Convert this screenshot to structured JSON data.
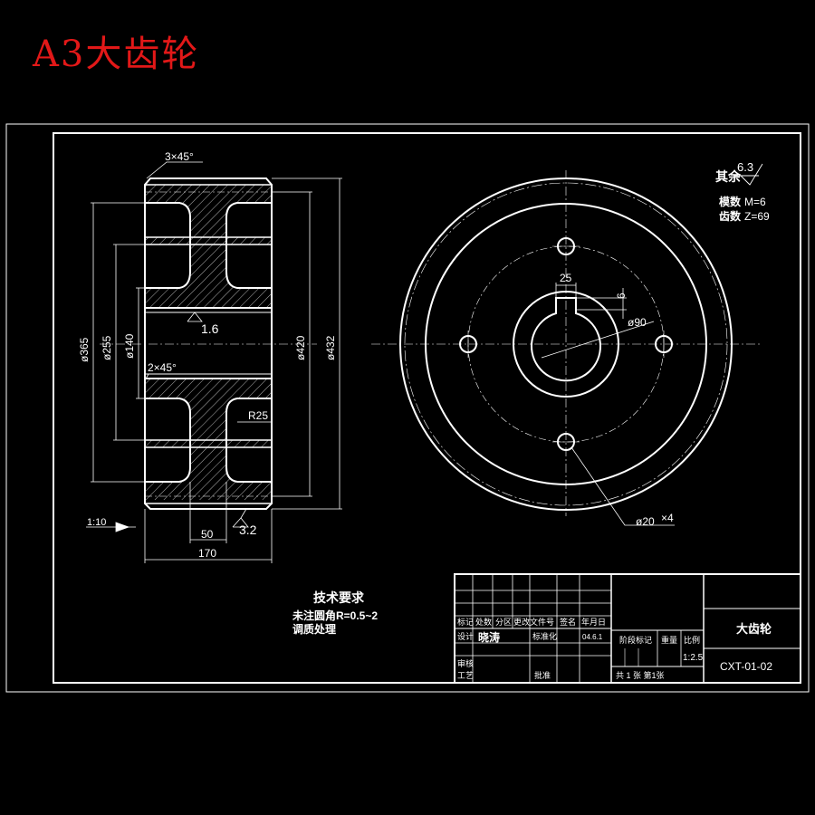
{
  "page_title": "A3大齿轮",
  "section_dims": {
    "chamfer_top": "3×45°",
    "chamfer_mid": "2×45°",
    "d365": "ø365",
    "d255": "ø255",
    "d140": "ø140",
    "d420": "ø420",
    "d432": "ø432",
    "rough_16": "1.6",
    "rough_32": "3.2",
    "radius": "R25",
    "taper": "1:10",
    "width_50": "50",
    "width_170": "170"
  },
  "front_view": {
    "keyway_width": "25",
    "keyway_depth": "6",
    "bore": "ø90",
    "holes": "ø20",
    "holes_count": "×4"
  },
  "notes": {
    "rest_label": "其余",
    "rest_value": "6.3",
    "module_label": "模数",
    "module_value": "M=6",
    "teeth_label": "齿数",
    "teeth_value": "Z=69"
  },
  "tech_req": {
    "heading": "技术要求",
    "line1": "未注圆角R=0.5~2",
    "line2": "调质处理"
  },
  "title_block": {
    "h_mark": "标记",
    "h_count": "处数",
    "h_zone": "分区",
    "h_doc": "更改文件号",
    "h_sign": "签名",
    "h_date": "年月日",
    "design": "设计",
    "designer": "晓涛",
    "standardize": "标准化",
    "date": "04.6.1",
    "review": "审核",
    "process": "工艺",
    "approve": "批准",
    "stage_mark": "阶段标记",
    "weight": "重量",
    "scale": "比例",
    "scale_value": "1:2.5",
    "sheets": "共 1 张 第1张",
    "part_name": "大齿轮",
    "drawing_no": "CXT-01-02"
  }
}
